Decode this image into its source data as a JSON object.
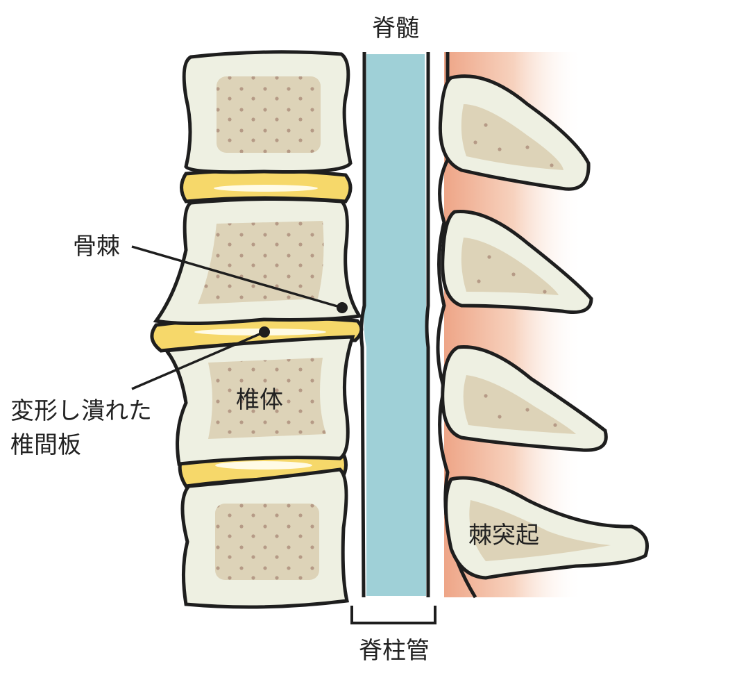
{
  "labels": {
    "spinal_cord": "脊髄",
    "osteophyte": "骨棘",
    "deformed_disc_line1": "変形し潰れた",
    "deformed_disc_line2": "椎間板",
    "vertebral_body": "椎体",
    "spinous_process": "棘突起",
    "spinal_canal": "脊柱管"
  },
  "colors": {
    "bone": "#eef0e2",
    "bone_inner": "#ddd3b8",
    "disc": "#f6d86a",
    "cord": "#9fd0d7",
    "tissue": "#f0b69a",
    "outline": "#1e1e1e"
  }
}
